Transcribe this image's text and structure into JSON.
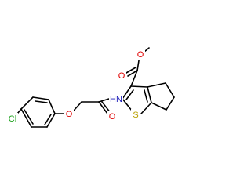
{
  "molecule": {
    "atoms": {
      "cl": {
        "symbol": "Cl",
        "color": "#1fa31f"
      },
      "o_ether": {
        "symbol": "O",
        "color": "#e00000"
      },
      "o_amide": {
        "symbol": "O",
        "color": "#e00000"
      },
      "nh": {
        "symbol": "HN",
        "color": "#1a1ab8"
      },
      "s": {
        "symbol": "S",
        "color": "#b8a000"
      },
      "o_carbonyl": {
        "symbol": "O",
        "color": "#e00000"
      },
      "o_methoxy": {
        "symbol": "O",
        "color": "#e00000"
      }
    }
  }
}
